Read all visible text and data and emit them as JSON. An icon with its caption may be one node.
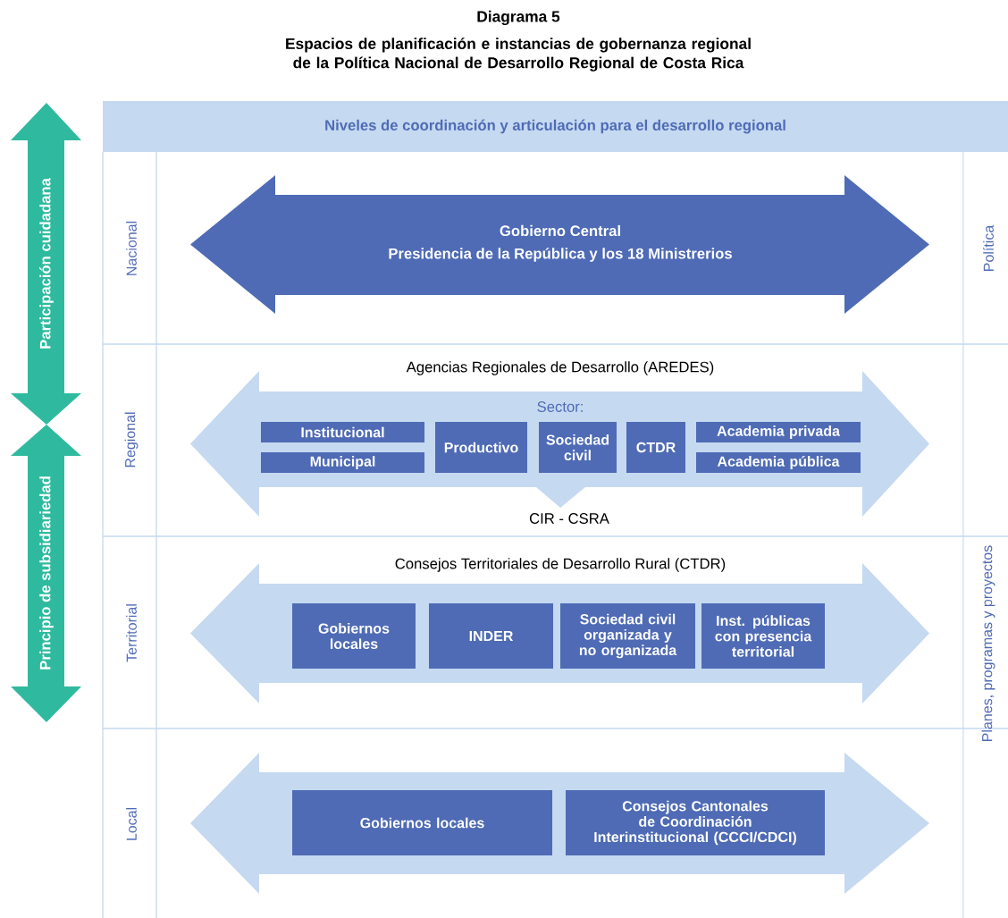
{
  "diagram": {
    "title": "Diagrama 5",
    "nodes": [
      {
        "text": [
          "Niveles de coordinación y articulación para el desarrollo regional"
        ]
      },
      {
        "text": [
          "Participación cuidadana"
        ]
      },
      {
        "text": [
          "Principio de subsidiariedad"
        ]
      },
      {
        "text": [
          "Gobierno Central",
          "Presidencia de la República y los 18 Ministrerios"
        ]
      },
      {
        "text": [
          "Agencias Regionales de Desarrollo (AREDES)",
          "Sector:",
          "CIR - CSRA"
        ]
      },
      {
        "text": [
          "Institucional"
        ],
        "in": 4
      },
      {
        "text": [
          "Municipal"
        ],
        "in": 4
      },
      {
        "text": [
          "Productivo"
        ],
        "in": 4
      },
      {
        "text": [
          "Sociedad civil"
        ],
        "in": 4
      },
      {
        "text": [
          "CTDR"
        ],
        "in": 4
      },
      {
        "text": [
          "Academia privada"
        ],
        "in": 4
      },
      {
        "text": [
          "Academia pública"
        ],
        "in": 4
      },
      {
        "text": [
          "Consejos Territoriales de Desarrollo Rural (CTDR)"
        ]
      },
      {
        "text": [
          "Gobiernos locales"
        ],
        "in": 12
      },
      {
        "text": [
          "INDER"
        ],
        "in": 12
      },
      {
        "text": [
          "Sociedad civil organizada y no organizada"
        ],
        "in": 12
      },
      {
        "text": [
          "Inst. públicas con presencia territorial"
        ],
        "in": 12
      },
      {
        "text": [],
        "shape": "arrow"
      },
      {
        "text": [
          "Gobiernos locales"
        ],
        "in": 17
      },
      {
        "text": [
          "Consejos Cantonales de Coordinación Interinstitucional (CCCI/CDCI)"
        ],
        "in": 17
      }
    ],
    "labels": [
      "Espacios de planificación e instancias de gobernanza regional de la Política Nacional de Desarrollo Regional de Costa Rica",
      "Nacional",
      "Política",
      "Regional",
      "Territorial",
      "Planes, programas y proyectos",
      "Local"
    ]
  }
}
